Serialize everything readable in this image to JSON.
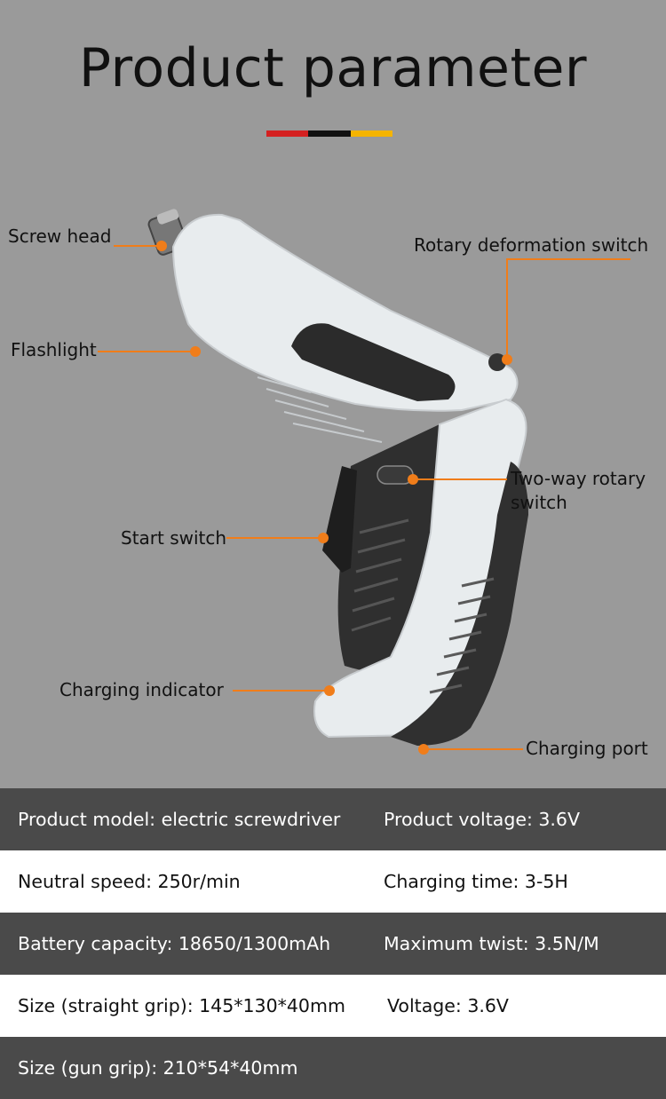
{
  "title": "Product parameter",
  "flag_colors": [
    "#d42020",
    "#111111",
    "#f5b400"
  ],
  "accent": "#f07d1a",
  "callouts": {
    "screw_head": "Screw head",
    "flashlight": "Flashlight",
    "start_switch": "Start switch",
    "charging_indicator": "Charging indicator",
    "rotary_deformation_switch": "Rotary deformation switch",
    "two_way_line1": "Two-way rotary",
    "two_way_line2": "switch",
    "charging_port": "Charging port"
  },
  "specs": [
    {
      "left": "Product model: electric screwdriver",
      "right": "Product voltage: 3.6V"
    },
    {
      "left": "Neutral speed: 250r/min",
      "right": "Charging time: 3-5H"
    },
    {
      "left": "Battery capacity: 18650/1300mAh",
      "right": "Maximum twist: 3.5N/M"
    },
    {
      "left": "Size (straight grip): 145*130*40mm",
      "right": "Voltage: 3.6V"
    },
    {
      "left": "Size (gun grip): 210*54*40mm",
      "right": ""
    }
  ]
}
